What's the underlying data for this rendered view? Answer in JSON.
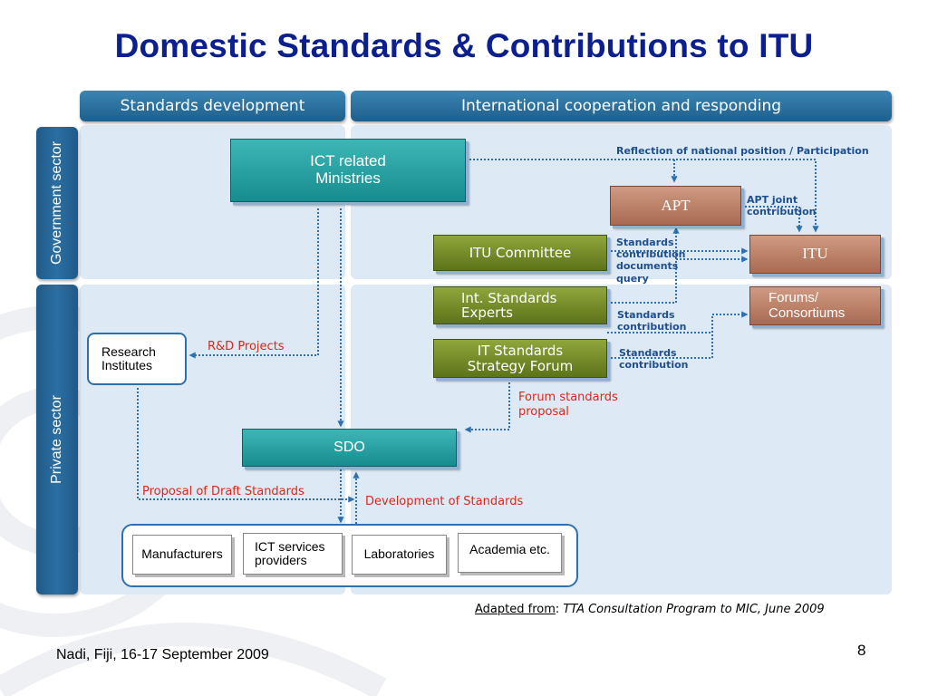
{
  "title": "Domestic Standards & Contributions to ITU",
  "headers": {
    "left": "Standards development",
    "right": "International cooperation and responding"
  },
  "sectors": {
    "government": "Government sector",
    "private": "Private sector"
  },
  "nodes": {
    "ict_ministries": "ICT related Ministries",
    "apt": "APT",
    "itu": "ITU",
    "itu_committee": "ITU Committee",
    "int_standards_experts": "Int. Standards Experts",
    "forums_consortiums": "Forums/ Consortiums",
    "it_standards_strategy_forum": "IT Standards Strategy Forum",
    "research_institutes": "Research Institutes",
    "sdo": "SDO",
    "manufacturers": "Manufacturers",
    "ict_services_providers": "ICT services providers",
    "laboratories": "Laboratories",
    "academia": "Academia etc."
  },
  "labels": {
    "reflection": "Reflection of national position / Participation",
    "apt_joint_contribution": "APT joint contribution",
    "standards_contribution_documents_query": "Standards contribution documents query",
    "standards_contribution_1": "Standards contribution",
    "standards_contribution_2": "Standards contribution",
    "rd_projects": "R&D Projects",
    "forum_standards_proposal": "Forum standards proposal",
    "proposal_of_draft_standards": "Proposal of Draft Standards",
    "development_of_standards": "Development of Standards"
  },
  "source": {
    "prefix": "Adapted from",
    "separator": ": ",
    "text": "TTA Consultation Program to MIC, June 2009"
  },
  "footer": "Nadi, Fiji, 16-17 September 2009",
  "page_number": "8",
  "colors": {
    "title": "#0b1f8f",
    "panel": "#dde9f5",
    "connector": "#2f6fae",
    "red_label": "#d62a1a",
    "blue_label": "#1f4f8f"
  }
}
